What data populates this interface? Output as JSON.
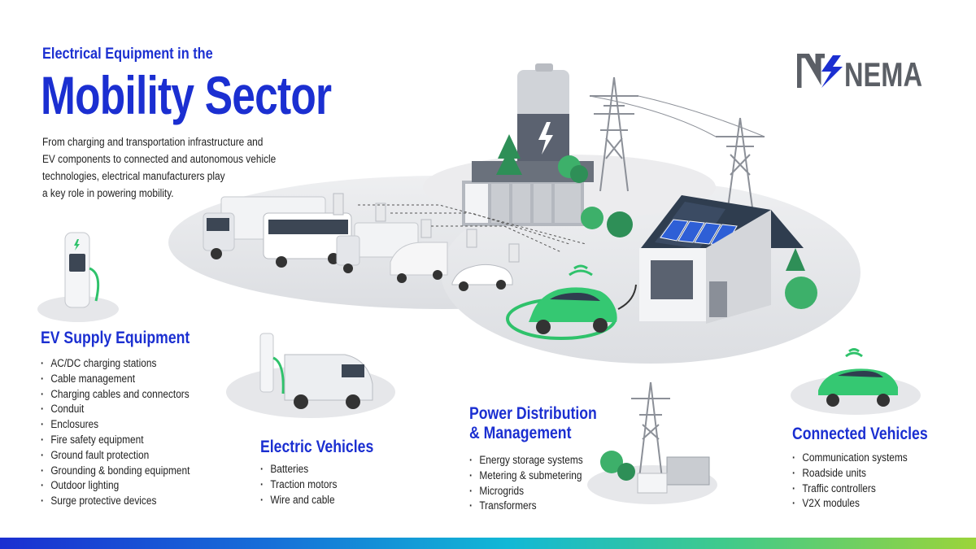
{
  "header": {
    "kicker": "Electrical Equipment in the",
    "title": "Mobility Sector",
    "intro_lines": [
      "From charging and transportation infrastructure and",
      "EV components to connected and autonomous vehicle",
      "technologies, electrical manufacturers play",
      "a key role in powering mobility."
    ]
  },
  "logo": {
    "text": "NEMA",
    "icon": "lightning-bolt-icon"
  },
  "sections": {
    "ev_supply": {
      "title": "EV Supply Equipment",
      "items": [
        "AC/DC charging stations",
        "Cable management",
        "Charging cables and connectors",
        "Conduit",
        "Enclosures",
        "Fire safety equipment",
        "Ground fault protection",
        "Grounding & bonding equipment",
        "Outdoor lighting",
        "Surge protective devices"
      ]
    },
    "electric_vehicles": {
      "title": "Electric Vehicles",
      "items": [
        "Batteries",
        "Traction motors",
        "Wire and cable"
      ]
    },
    "power_distribution": {
      "title_lines": [
        "Power Distribution",
        "& Management"
      ],
      "items": [
        "Energy storage systems",
        "Metering & submetering",
        "Microgrids",
        "Transformers"
      ]
    },
    "connected_vehicles": {
      "title": "Connected Vehicles",
      "items": [
        "Communication systems",
        "Roadside units",
        "Traffic controllers",
        "V2X modules"
      ]
    }
  },
  "colors": {
    "brand_blue": "#1b2fd1",
    "ev_green": "#2fc26b",
    "logo_gray": "#5b5f66",
    "platform_gray": "#e9eaec",
    "gradient": [
      "#1b2fd1",
      "#12b8d6",
      "#9bd43a"
    ]
  },
  "illustrations": [
    "city-platform-illustration",
    "charging-station-illustration",
    "electric-van-illustration",
    "power-distribution-illustration",
    "connected-car-illustration"
  ]
}
